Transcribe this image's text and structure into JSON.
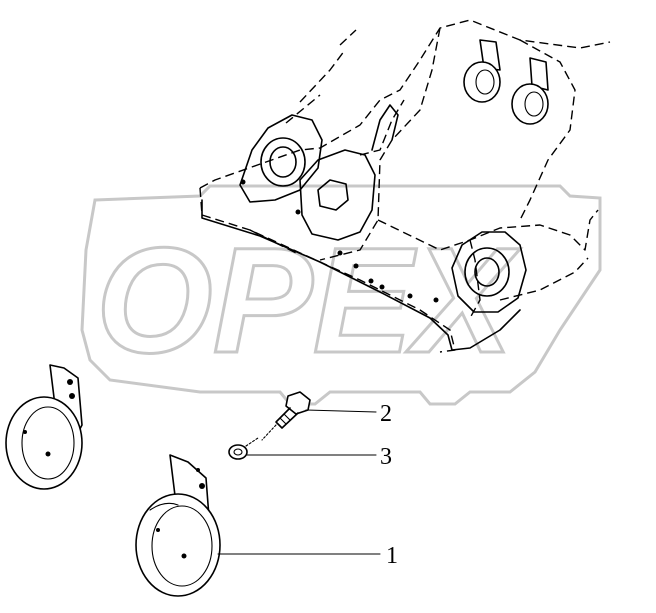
{
  "watermark": {
    "text": "OPEX",
    "color": "#c8c8c8"
  },
  "callouts": [
    {
      "id": "1",
      "label": "1",
      "part": "horn"
    },
    {
      "id": "2",
      "label": "2",
      "part": "bolt"
    },
    {
      "id": "3",
      "label": "3",
      "part": "washer"
    }
  ],
  "colors": {
    "line": "#000000",
    "background": "#ffffff",
    "watermark": "#c8c8c8"
  }
}
